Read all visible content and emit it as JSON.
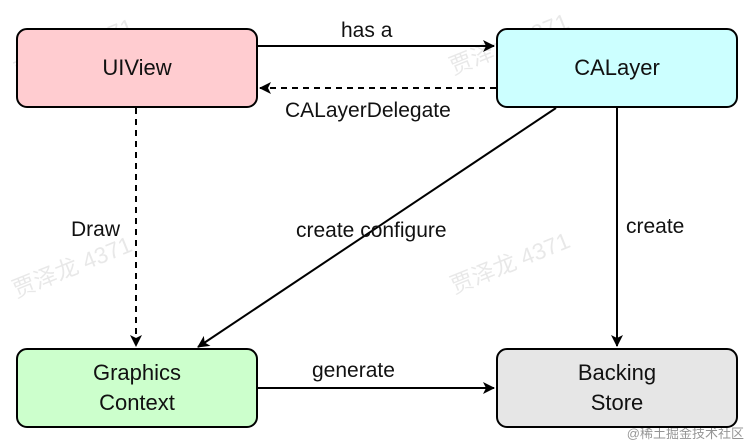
{
  "nodes": {
    "uiview": {
      "label": "UIView",
      "fill": "#ffccd0"
    },
    "calayer": {
      "label": "CALayer",
      "fill": "#ccffff"
    },
    "graphics_context": {
      "label": "Graphics\nContext",
      "fill": "#ccffcc"
    },
    "backing_store": {
      "label": "Backing\nStore",
      "fill": "#e6e6e6"
    }
  },
  "edges": {
    "has_a": "has a",
    "calayer_delegate": "CALayerDelegate",
    "draw": "Draw",
    "create_configure": "create configure",
    "create": "create",
    "generate": "generate"
  },
  "watermark": "贾泽龙 4371",
  "credit": "@稀土掘金技术社区"
}
